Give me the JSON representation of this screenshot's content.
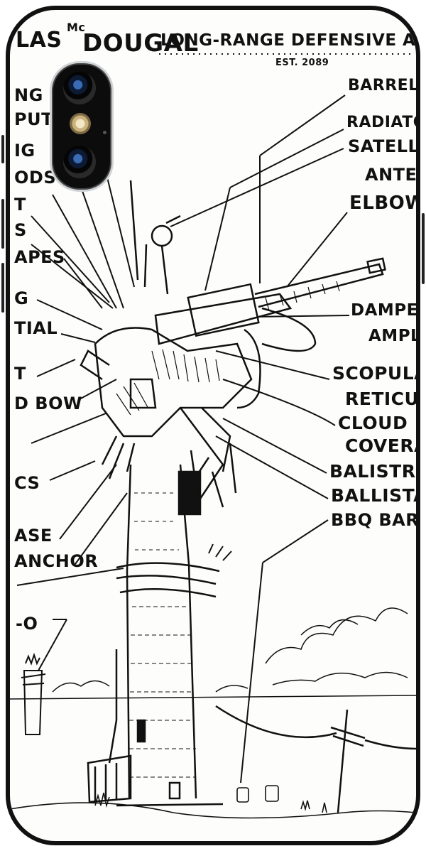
{
  "header": {
    "brand_left": "LAS",
    "brand_mc": "Mc",
    "brand_name": "DOUGAL",
    "title": "LONG-RANGE DEFENSIVE AGITA",
    "established": "EST. 2089"
  },
  "labels_right": [
    "BARREL",
    "RADIATOR",
    "SATELLIT",
    "ANTEN",
    "ELBOW",
    "DAMPEN",
    "AMPLI",
    "SCOPULAR",
    "RETICULAT",
    "CLOUD",
    "COVERA",
    "BALISTRAD",
    "BALLISTAS",
    "BBQ BARR"
  ],
  "labels_left": [
    "NG",
    "PUT",
    "IG",
    "ODS",
    "T",
    "S",
    "APES",
    "G",
    "TIAL",
    "T",
    "D BOW",
    "CS",
    "ASE",
    "ANCHOR",
    "-O"
  ],
  "colors": {
    "ink": "#111111",
    "paper": "#fdfdfb",
    "case_edge": "#111111"
  }
}
